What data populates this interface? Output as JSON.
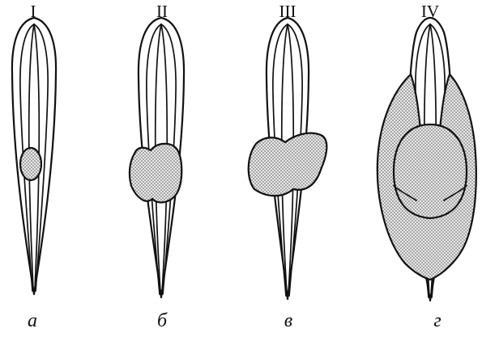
{
  "figure": {
    "stages": [
      {
        "numeral": "I",
        "letter": "а"
      },
      {
        "numeral": "II",
        "letter": "б"
      },
      {
        "numeral": "III",
        "letter": "в"
      },
      {
        "numeral": "IV",
        "letter": "г"
      }
    ]
  }
}
